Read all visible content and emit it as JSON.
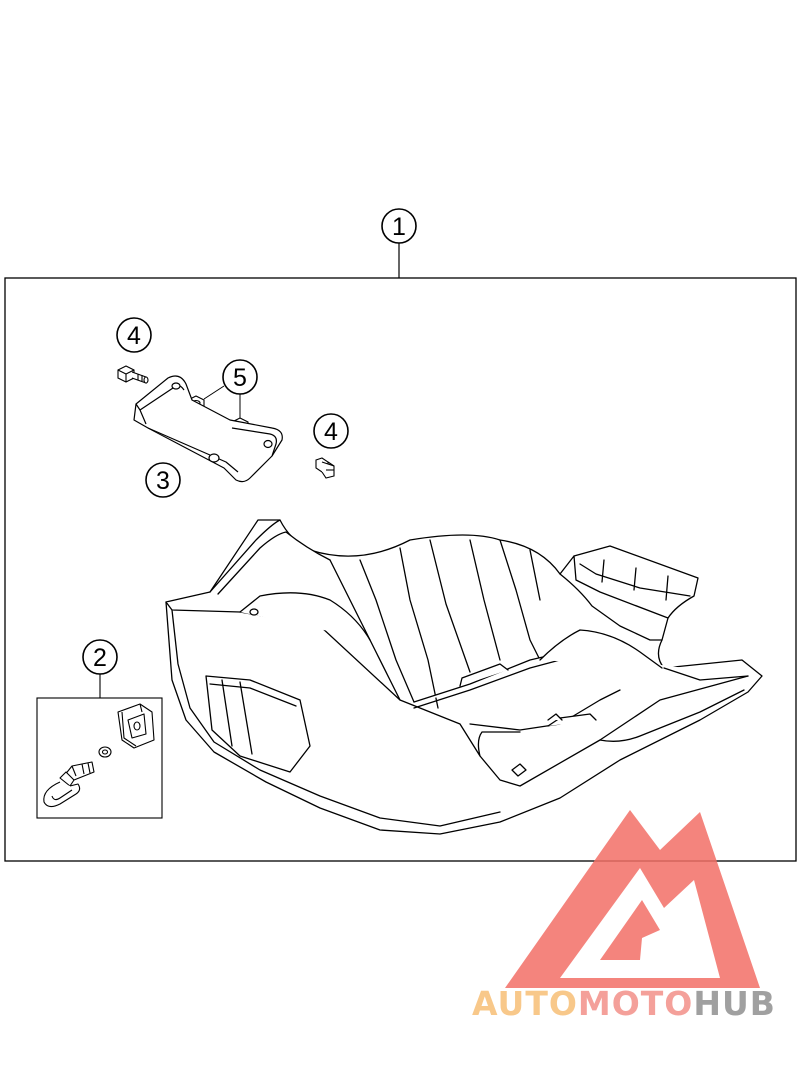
{
  "callouts": {
    "c1": "1",
    "c2": "2",
    "c3": "3",
    "c4a": "4",
    "c4b": "4",
    "c5": "5"
  },
  "watermark": {
    "part1": "AUTO",
    "part2": "MOTO",
    "part3": "HUB",
    "color1": "#f8c88a",
    "color2": "#f4a09a",
    "color3": "#a0a0a0",
    "logo_color": "#f26f66"
  }
}
